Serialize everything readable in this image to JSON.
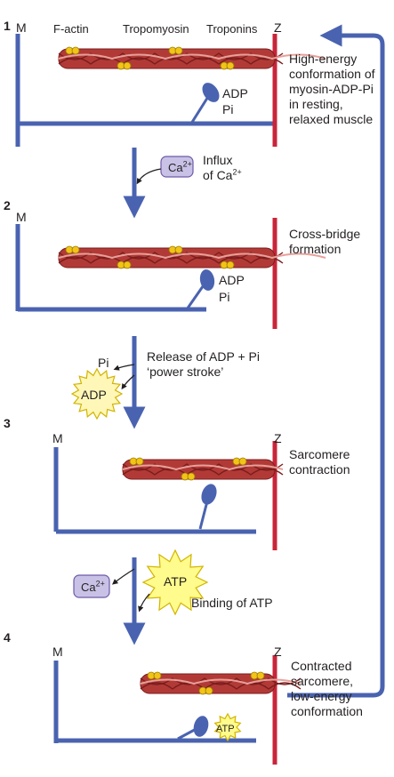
{
  "top_labels": {
    "f_actin": "F-actin",
    "tropomyosin": "Tropomyosin",
    "troponins": "Troponins"
  },
  "line_labels": {
    "m": "M",
    "z": "Z"
  },
  "panels": [
    {
      "number": "1",
      "description": [
        "High-energy",
        "conformation of",
        "myosin-ADP-Pi",
        "in resting,",
        "relaxed muscle"
      ],
      "head_labels": {
        "adp": "ADP",
        "pi": "Pi"
      }
    },
    {
      "number": "2",
      "description": [
        "Cross-bridge",
        "formation"
      ],
      "head_labels": {
        "adp": "ADP",
        "pi": "Pi"
      }
    },
    {
      "number": "3",
      "description": [
        "Sarcomere",
        "contraction"
      ]
    },
    {
      "number": "4",
      "description": [
        "Contracted",
        "sarcomere,",
        "low-energy",
        "conformation"
      ],
      "head_labels": {
        "atp": "ATP"
      }
    }
  ],
  "transitions": [
    {
      "ion": {
        "base": "Ca",
        "charge": "2+"
      },
      "text": [
        "Influx",
        "of Ca"
      ],
      "text_charge": "2+"
    },
    {
      "released": {
        "pi": "Pi",
        "adp": "ADP"
      },
      "text": [
        "Release of ADP + Pi",
        "‘power stroke’"
      ]
    },
    {
      "ion": {
        "base": "Ca",
        "charge": "2+"
      },
      "atp": "ATP",
      "text": [
        "Binding of ATP"
      ]
    }
  ],
  "colors": {
    "m_line": "#4a63b0",
    "z_line": "#c8253a",
    "actin": "#b23a36",
    "actin_dark": "#7a1d1d",
    "tropomyosin": "#e8a09a",
    "troponin": "#f2c418",
    "myosin_head": "#4a63b0",
    "ca_fill": "#c9c2e6",
    "ca_stroke": "#6e5aa8",
    "burst_fill": "#fffb8c",
    "burst_stroke": "#d1b400",
    "adp_fill": "#fff7b8"
  }
}
